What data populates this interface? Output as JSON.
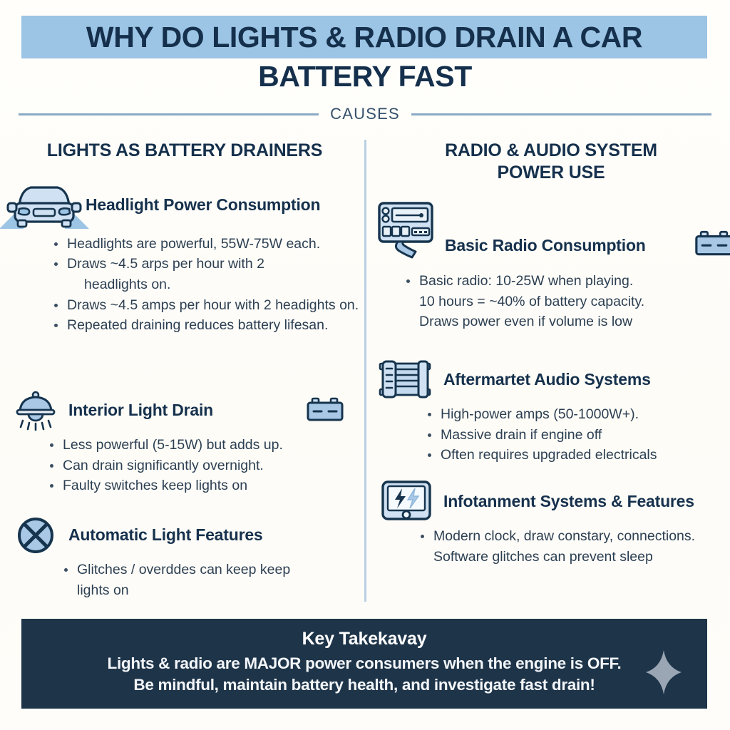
{
  "header": {
    "title_line1": "WHY DO LIGHTS & RADIO DRAIN A CAR",
    "title_line2": "BATTERY FAST",
    "section_label": "CAUSES"
  },
  "colors": {
    "band": "#9cc4e4",
    "title_text": "#15304c",
    "rule": "#8aa9c4",
    "divider": "#b9cfe2",
    "body_text": "#2c3f52",
    "banner_bg": "#1e3449",
    "icon_stroke": "#16344e",
    "icon_fill": "#a8c8e6"
  },
  "columns": [
    {
      "heading": "LIGHTS AS BATTERY DRAINERS",
      "heading_lines": [
        "LIGHTS AS BATTERY DRAINERS"
      ],
      "blocks": [
        {
          "icon": "car-headlights-icon",
          "title": "Headlight Power Consumption",
          "bullets": [
            {
              "text": "Headlights are powerful, 55W-75W each.",
              "style": "bullet"
            },
            {
              "text": "Draws ~4.5 arps per hour with 2",
              "style": "bullet"
            },
            {
              "text": "headlights on.",
              "style": "indent"
            },
            {
              "text": "Draws ~4.5 amps per hour with 2 headights on.",
              "style": "bullet"
            },
            {
              "text": "Repeated draining reduces battery lifesan.",
              "style": "bullet"
            }
          ],
          "side_icon": null
        },
        {
          "icon": "ceiling-lamp-icon",
          "title": "Interior Light Drain",
          "bullets": [
            {
              "text": "Less powerful (5-15W) but adds up.",
              "style": "bullet"
            },
            {
              "text": "Can drain significantly overnight.",
              "style": "bullet"
            },
            {
              "text": "Faulty switches keep lights on",
              "style": "bullet"
            }
          ],
          "side_icon": "battery-icon"
        },
        {
          "icon": "x-circle-icon",
          "title": "Automatic Light Features",
          "bullets": [
            {
              "text": "Glitches / overddes can keep keep",
              "style": "bullet"
            },
            {
              "text": "lights on",
              "style": "nobullet"
            }
          ],
          "side_icon": null
        }
      ]
    },
    {
      "heading": "RADIO & AUDIO SYSTEM POWER USE",
      "heading_lines": [
        "RADIO & AUDIO SYSTEM",
        "POWER USE"
      ],
      "blocks": [
        {
          "icon": "car-radio-icon",
          "title": "Basic Radio Consumption",
          "bullets": [
            {
              "text": "Basic radio: 10-25W when playing.",
              "style": "bullet"
            },
            {
              "text": "10 hours = ~40% of battery capacity.",
              "style": "nobullet"
            },
            {
              "text": "Draws power even if volume is low",
              "style": "nobullet"
            }
          ],
          "side_icon": "battery-icon"
        },
        {
          "icon": "amplifier-icon",
          "title": "Aftermartet Audio Systems",
          "bullets": [
            {
              "text": "High-power amps (50-1000W+).",
              "style": "bullet"
            },
            {
              "text": "Massive drain if engine off",
              "style": "bullet"
            },
            {
              "text": "Often requires upgraded electricals",
              "style": "bullet"
            }
          ],
          "side_icon": null
        },
        {
          "icon": "infotainment-screen-icon",
          "title": "Infotanment Systems & Features",
          "bullets": [
            {
              "text": "Modern clock, draw constary, connections.",
              "style": "bullet"
            },
            {
              "text": "Software glitches can prevent sleep",
              "style": "nobullet"
            }
          ],
          "side_icon": null
        }
      ]
    }
  ],
  "takeaway": {
    "title": "Key Takekavay",
    "line1": "Lights & radio are MAJOR power consumers when the engine is OFF.",
    "line2": "Be mindful, maintain battery health, and investigate fast drain!",
    "decor_icon": "sparkle-icon"
  }
}
